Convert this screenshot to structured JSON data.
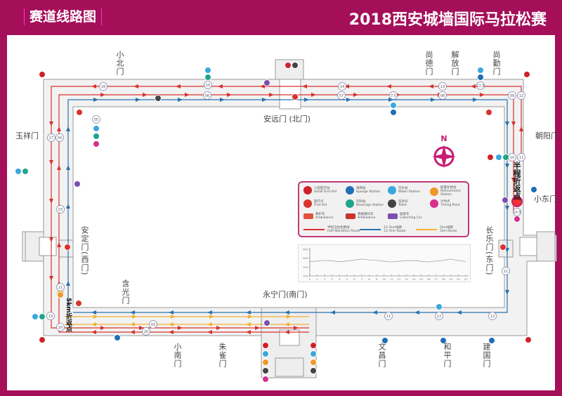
{
  "header": {
    "section_title": "赛道线路图",
    "event_title": "2018西安城墙国际马拉松赛"
  },
  "gates": {
    "xiaobei": "小北门",
    "shangde": "尚德门",
    "jiefang": "解放门",
    "shangqin": "尚勤门",
    "anyuan": "安远门 (北门)",
    "yuxiang": "玉祥门",
    "chaoyang": "朝阳门",
    "xiaodong": "小东门",
    "anding": "安定门(西门)",
    "changle": "长乐门(东门)",
    "hanguang": "含光门",
    "yongning": "永宁门(南门)",
    "xiaonan": "小南门",
    "zhuque": "朱雀门",
    "wenchang": "文昌门",
    "heping": "和平门",
    "jianguo": "建国门"
  },
  "turnarounds": {
    "half": "半程折返点",
    "five_km": "5km折返点"
  },
  "compass": {
    "north": "N"
  },
  "km_markers": [
    "16",
    "15",
    "06",
    "05",
    "17",
    "04",
    "14",
    "07",
    "7.5",
    "13",
    "08",
    "12.5",
    "09",
    "12",
    "10",
    "11",
    "10.5",
    "11",
    "03",
    "21",
    "19",
    "20",
    "01",
    "20",
    "11",
    "12",
    "12"
  ],
  "legend": [
    {
      "zh": "小型医疗站",
      "en": "Small First Aid",
      "color": "#d0202a",
      "icon": "plus-icon"
    },
    {
      "zh": "海绵站",
      "en": "Sponge Station",
      "color": "#1f6fb5",
      "icon": "sponge-icon"
    },
    {
      "zh": "饮水站",
      "en": "Water Station",
      "color": "#3aa8de",
      "icon": "water-icon"
    },
    {
      "zh": "能量补给站",
      "en": "Refreshment Station",
      "color": "#f0972a",
      "icon": "refreshment-icon"
    },
    {
      "zh": "医疗点",
      "en": "First Aid",
      "color": "#d7342f",
      "icon": "first-aid-icon"
    },
    {
      "zh": "饮料站",
      "en": "Beverage Station",
      "color": "#1fa58a",
      "icon": "beverage-icon"
    },
    {
      "zh": "洗手间",
      "en": "Toilet",
      "color": "#444444",
      "icon": "wc-icon"
    },
    {
      "zh": "计时点",
      "en": "Timing Point",
      "color": "#d62f8c",
      "icon": "timing-icon"
    },
    {
      "zh": "救护车",
      "en": "Ambulance",
      "color": "#e0503a",
      "icon": "ambulance-icon"
    },
    {
      "zh": "救援摩托车",
      "en": "Ambulance",
      "color": "#c8322a",
      "icon": "rescue-vehicle-icon"
    },
    {
      "zh": "收容车",
      "en": "Collecting Car",
      "color": "#7a4fb0",
      "icon": "collecting-car-icon"
    }
  ],
  "routes": [
    {
      "zh": "半程马拉松路线",
      "en": "Half Marathon Route",
      "color": "#d7342f"
    },
    {
      "zh": "13.7km线路",
      "en": "13.7km Route",
      "color": "#2a72ae"
    },
    {
      "zh": "5km线路",
      "en": "5km Route",
      "color": "#f2b233"
    }
  ],
  "chart_data": {
    "type": "line",
    "x": [
      0,
      1,
      2,
      3,
      4,
      5,
      6,
      7,
      8,
      9,
      10,
      11,
      12,
      13,
      14,
      15,
      16,
      17,
      18,
      19,
      20,
      21
    ],
    "values": [
      520,
      535,
      550,
      540,
      520,
      535,
      555,
      580,
      560,
      550,
      530,
      515,
      530,
      545,
      545,
      530,
      515,
      535,
      550,
      580,
      545,
      525
    ],
    "ylim": [
      200,
      800
    ],
    "yticks": [
      "200",
      "400",
      "600",
      "800"
    ],
    "xticks": [
      "0",
      "1",
      "2",
      "3",
      "4",
      "5",
      "6",
      "7",
      "8",
      "9",
      "10",
      "11",
      "12",
      "13",
      "14",
      "15",
      "16",
      "17",
      "18",
      "19",
      "20",
      "21"
    ],
    "grid": false
  }
}
